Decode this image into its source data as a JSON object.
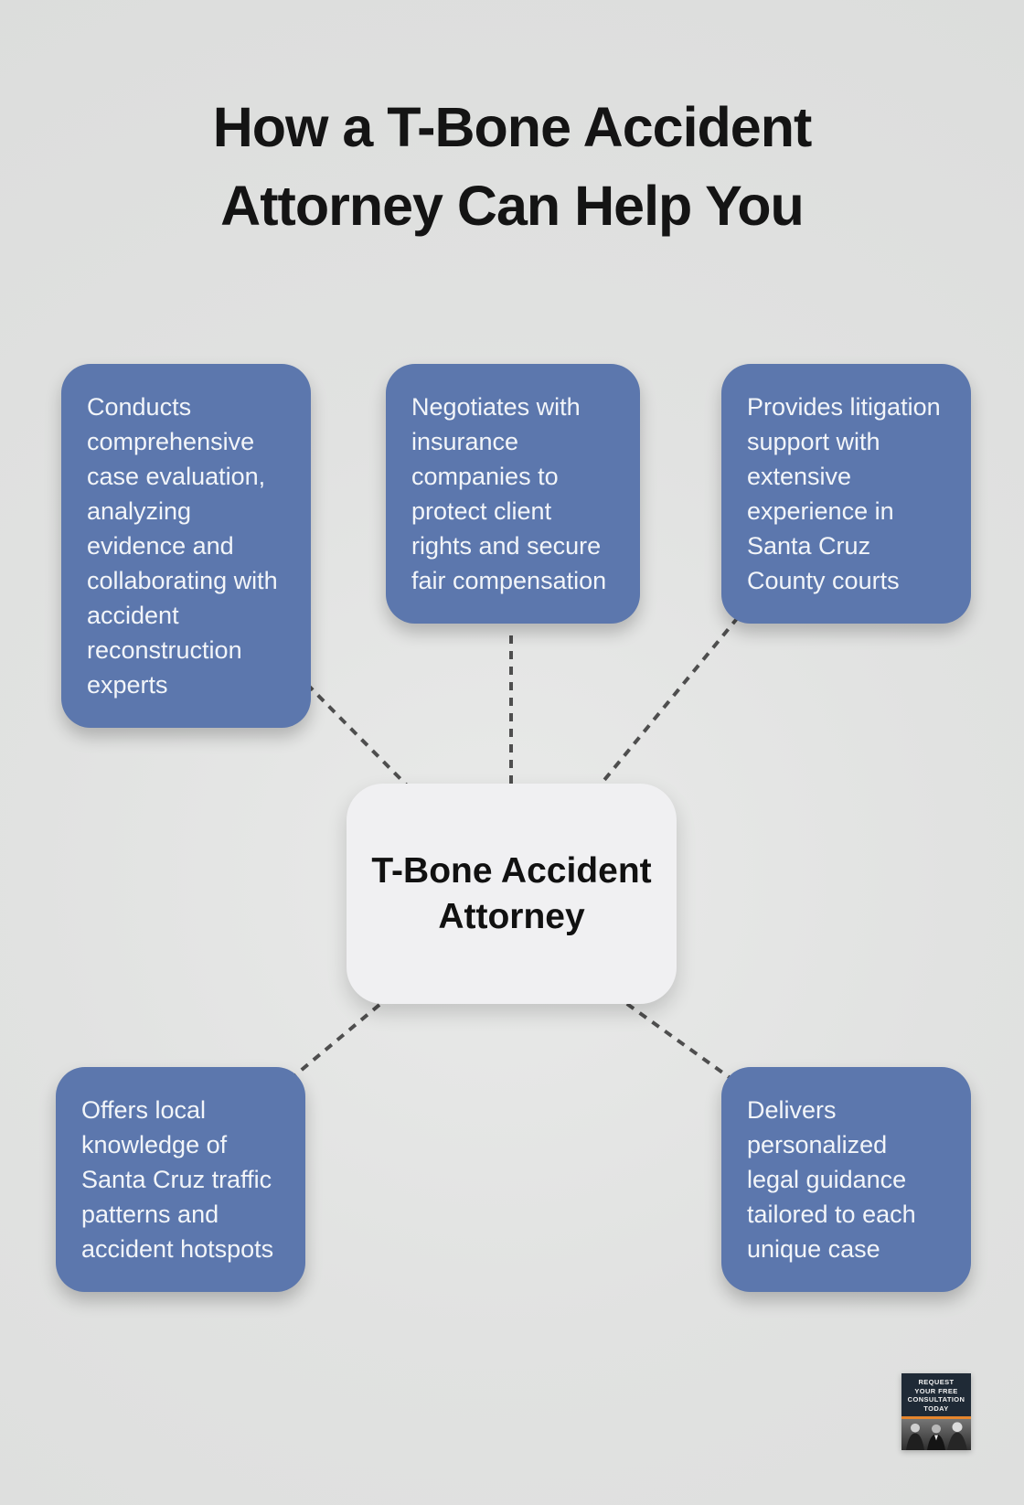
{
  "title": {
    "lines": [
      "How a T-Bone Accident",
      "Attorney Can Help You"
    ]
  },
  "center": {
    "lines": [
      "T-Bone Accident",
      "Attorney"
    ]
  },
  "nodes": [
    {
      "text": "Conducts comprehensive case evaluation, analyzing evidence and collaborating with accident reconstruction experts"
    },
    {
      "text": "Negotiates with insurance companies to protect client rights and secure fair compensation"
    },
    {
      "text": "Provides litigation support with extensive experience in Santa Cruz County courts"
    },
    {
      "text": "Offers local knowledge of Santa Cruz traffic patterns and accident hotspots"
    },
    {
      "text": "Delivers personalized legal guidance tailored to each unique case"
    }
  ],
  "badge": {
    "lines": [
      "REQUEST",
      "YOUR FREE",
      "CONSULTATION",
      "TODAY"
    ]
  },
  "colors": {
    "canvas_bg": "#e0e1e0",
    "node_fill": "#5c77ad",
    "node_text": "#f2f5f9",
    "center_fill": "#f0f0f2",
    "center_text": "#111111",
    "title_text": "#141414",
    "connector": "#4e4e4e",
    "badge_bg": "#1f2a36",
    "badge_accent": "#e5862d"
  }
}
